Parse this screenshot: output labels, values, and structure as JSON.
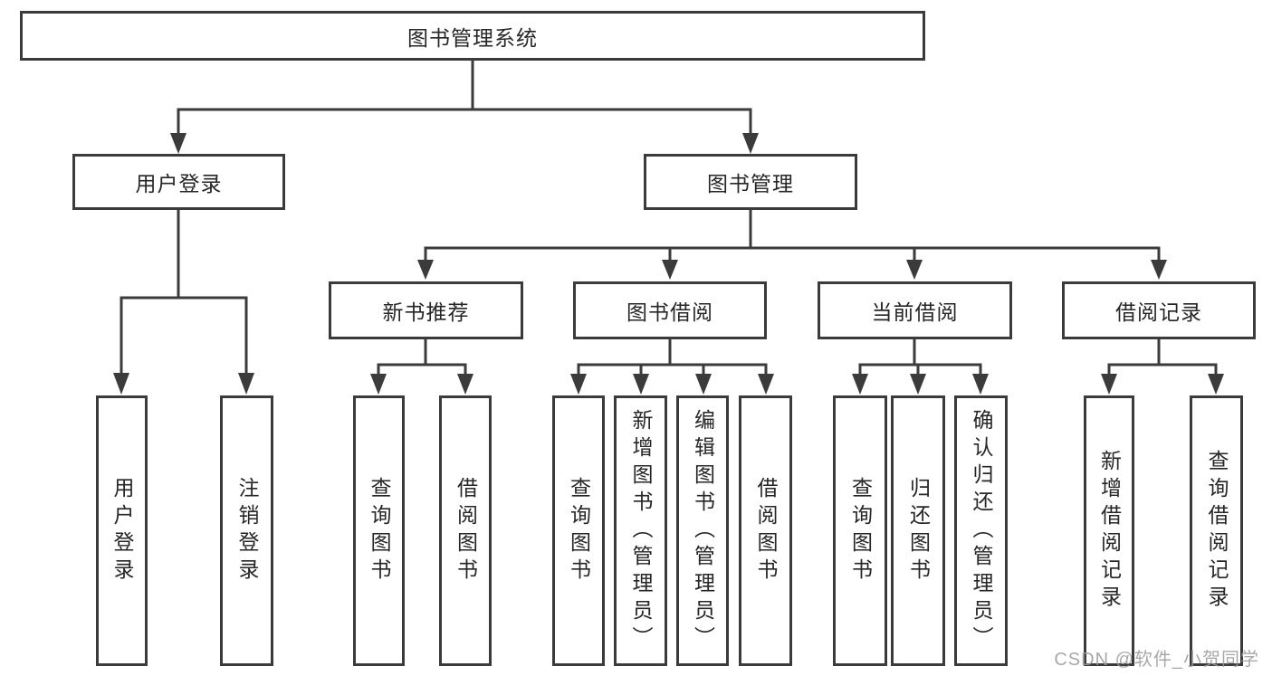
{
  "diagram": {
    "root": {
      "label": "图书管理系统"
    },
    "level2": [
      {
        "label": "用户登录"
      },
      {
        "label": "图书管理"
      }
    ],
    "level3": [
      {
        "label": "新书推荐"
      },
      {
        "label": "图书借阅"
      },
      {
        "label": "当前借阅"
      },
      {
        "label": "借阅记录"
      }
    ],
    "leaves": {
      "user_login": [
        "用户登录",
        "注销登录"
      ],
      "new_books": [
        "查询图书",
        "借阅图书"
      ],
      "book_borrow": [
        "查询图书",
        "新增图书（管理员）",
        "编辑图书（管理员）",
        "借阅图书"
      ],
      "current_borrow": [
        "查询图书",
        "归还图书",
        "确认归还（管理员）"
      ],
      "borrow_records": [
        "新增借阅记录",
        "查询借阅记录"
      ]
    }
  },
  "watermark": {
    "text": "CSDN @软件_小贺同学"
  },
  "colors": {
    "line": "#3b3b3b",
    "text": "#262626",
    "watermark": "#9d9d9d",
    "background": "#ffffff"
  }
}
